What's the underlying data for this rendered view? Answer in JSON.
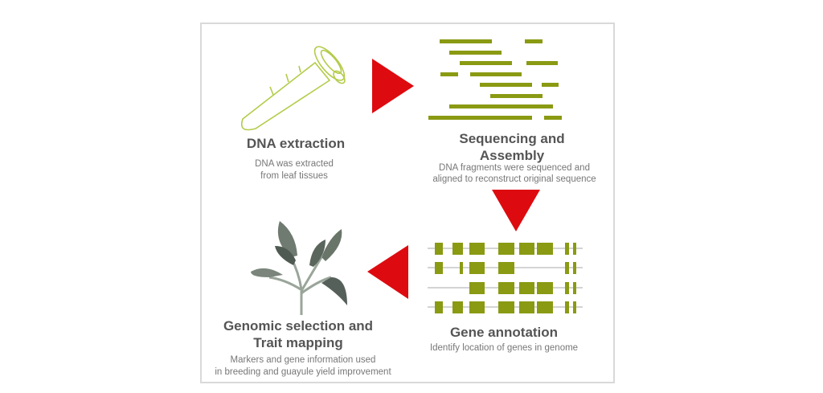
{
  "steps": [
    {
      "title": "DNA extraction",
      "desc_lines": [
        "DNA was extracted",
        "from leaf tissues"
      ],
      "icon": "tube-icon"
    },
    {
      "title_lines": [
        "Sequencing and",
        "Assembly"
      ],
      "desc_lines": [
        "DNA fragments were sequenced and",
        "aligned to reconstruct original sequence"
      ],
      "icon": "dna-fragments-icon"
    },
    {
      "title": "Gene annotation",
      "desc_lines": [
        "Identify location of genes in genome"
      ],
      "icon": "gene-model-icon"
    },
    {
      "title_lines": [
        "Genomic selection and",
        "Trait mapping"
      ],
      "desc_lines": [
        "Markers and gene information used",
        "in breeding and guayule yield improvement"
      ],
      "icon": "plant-icon"
    }
  ],
  "colors": {
    "green": "#8a9a12",
    "tube": "#b3cc4a",
    "arrow": "#dd0b10"
  }
}
